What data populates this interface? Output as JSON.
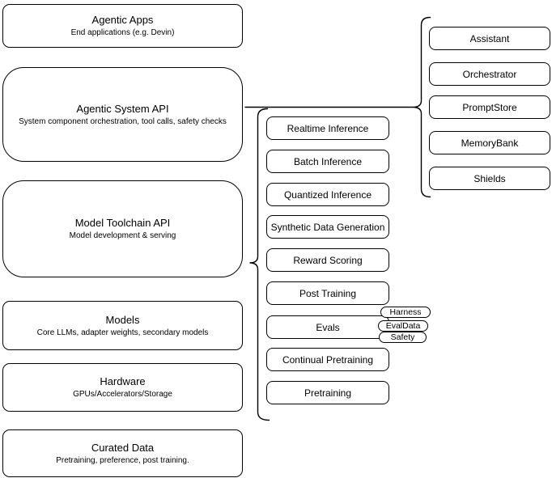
{
  "stack": [
    {
      "title": "Agentic Apps",
      "subtitle": "End applications (e.g. Devin)"
    },
    {
      "title": "Agentic System API",
      "subtitle": "System component orchestration, tool calls, safety checks"
    },
    {
      "title": "Model Toolchain API",
      "subtitle": "Model development & serving"
    },
    {
      "title": "Models",
      "subtitle": "Core LLMs, adapter weights, secondary models"
    },
    {
      "title": "Hardware",
      "subtitle": "GPUs/Accelerators/Storage"
    },
    {
      "title": "Curated Data",
      "subtitle": "Pretraining, preference, post training."
    }
  ],
  "toolchain": {
    "items": [
      "Realtime Inference",
      "Batch Inference",
      "Quantized Inference",
      "Synthetic Data Generation",
      "Reward Scoring",
      "Post Training",
      "Evals",
      "Continual Pretraining",
      "Pretraining"
    ]
  },
  "eval_tags": [
    "Harness",
    "EvalData",
    "Safety"
  ],
  "components": [
    "Assistant",
    "Orchestrator",
    "PromptStore",
    "MemoryBank",
    "Shields"
  ],
  "colors": {
    "stroke": "#000000",
    "fill": "#ffffff",
    "text": "#000000"
  }
}
